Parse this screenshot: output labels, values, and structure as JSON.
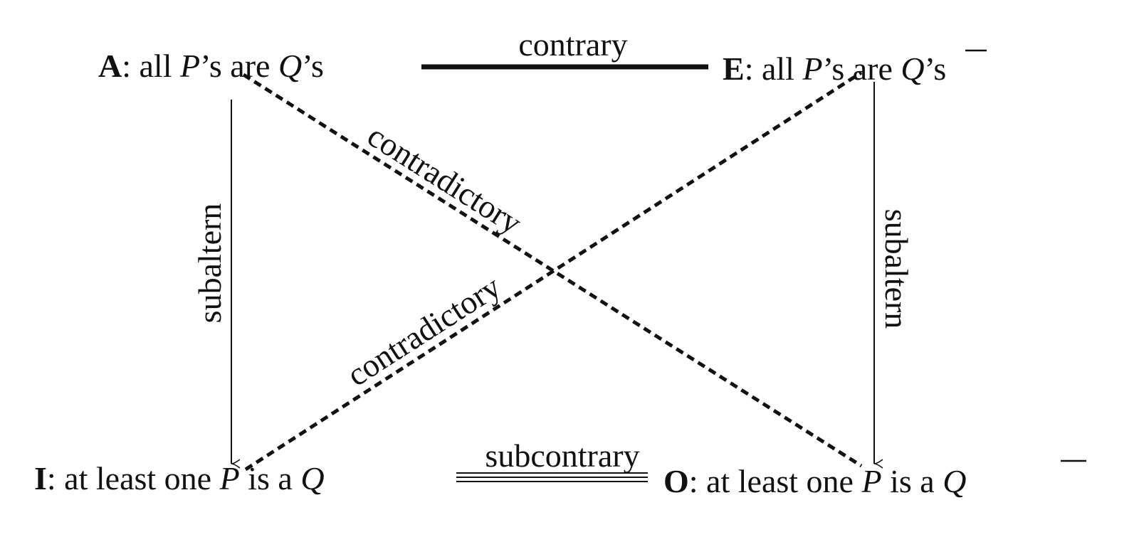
{
  "corners": {
    "A": {
      "letter": "A",
      "pre": ": all ",
      "var1": "P",
      "mid": "’s are ",
      "var2": "Q",
      "post": "’s"
    },
    "E": {
      "letter": "E",
      "pre": ": all ",
      "var1": "P",
      "mid": "’s are ",
      "var2": "Q",
      "post": "’s",
      "var2_overline": true
    },
    "I": {
      "letter": "I",
      "pre": ": at least one ",
      "var1": "P",
      "mid": " is a ",
      "var2": "Q"
    },
    "O": {
      "letter": "O",
      "pre": ": at least one ",
      "var1": "P",
      "mid": " is a ",
      "var2": "Q",
      "var2_overline": true
    }
  },
  "relations": {
    "contrary": "contrary",
    "subcontrary": "subcontrary",
    "subaltern_left": "subaltern",
    "subaltern_right": "subaltern",
    "contradictory_1": "contradictory",
    "contradictory_2": "contradictory"
  },
  "colors": {
    "ink": "#111111",
    "background": "#ffffff"
  }
}
